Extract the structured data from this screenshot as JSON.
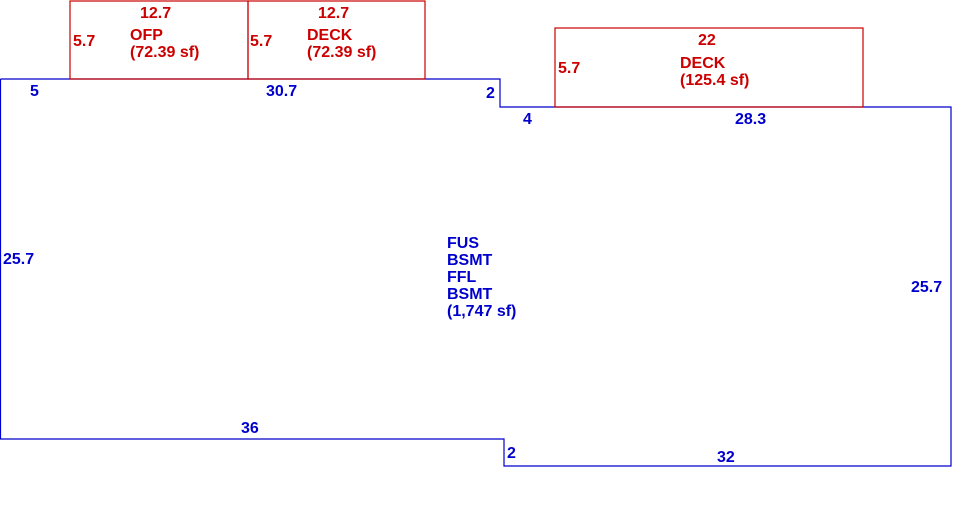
{
  "colors": {
    "main_area": "#0000cc",
    "addition": "#cc0000"
  },
  "main_area": {
    "labels": [
      "FUS",
      "BSMT",
      "FFL",
      "BSMT"
    ],
    "area": "(1,747 sf)",
    "dims": {
      "top_left_a": "5",
      "top_left_b": "30.7",
      "step_top_v": "2",
      "step_top_h": "4",
      "top_right": "28.3",
      "left": "25.7",
      "right": "25.7",
      "bottom_left": "36",
      "step_bottom_v": "2",
      "bottom_right": "32"
    }
  },
  "additions": [
    {
      "top": "12.7",
      "side": "5.7",
      "label": "OFP",
      "area": "(72.39 sf)"
    },
    {
      "top": "12.7",
      "side": "5.7",
      "label": "DECK",
      "area": "(72.39 sf)"
    },
    {
      "top": "22",
      "side": "5.7",
      "label": "DECK",
      "area": "(125.4 sf)"
    }
  ]
}
